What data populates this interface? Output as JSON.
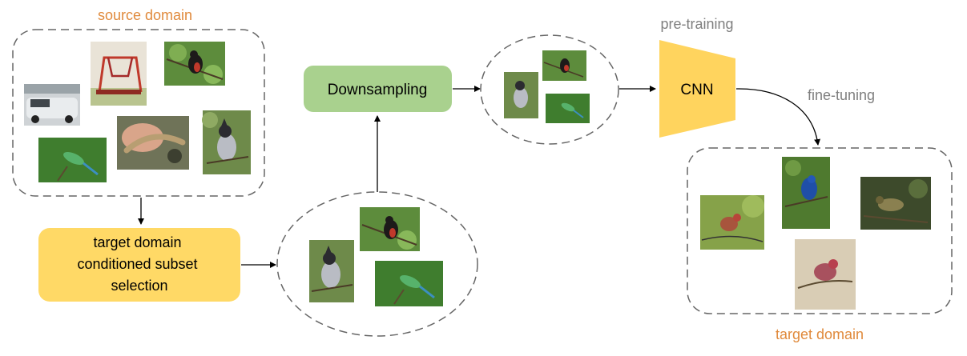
{
  "labels": {
    "source_domain": "source domain",
    "target_domain": "target domain",
    "downsampling": "Downsampling",
    "subset_line1": "target domain",
    "subset_line2": "conditioned subset",
    "subset_line3": "selection",
    "cnn": "CNN",
    "pre_training": "pre-training",
    "fine_tuning": "fine-tuning"
  },
  "colors": {
    "orange_text": "#e08a3c",
    "gray_text": "#7f7f7f",
    "downsampling_fill": "#a9d18e",
    "subset_fill": "#ffd966",
    "cnn_fill": "#ffd45e",
    "dashed_border": "#666666"
  },
  "images": {
    "source": [
      "car-photo",
      "fitness-equipment-photo",
      "red-black-bird-photo",
      "lizard-in-hand-photo",
      "green-bee-eater-photo",
      "crested-tit-photo"
    ],
    "selected_subset": [
      "red-black-bird-photo",
      "crested-tit-photo",
      "green-bee-eater-photo"
    ],
    "downsampled_subset": [
      "red-black-bird-photo",
      "crested-tit-photo",
      "green-bee-eater-photo"
    ],
    "target": [
      "house-finch-photo",
      "indigo-bunting-photo",
      "perched-bird-photo",
      "purple-finch-photo"
    ]
  }
}
